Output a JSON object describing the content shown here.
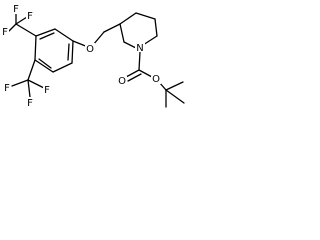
{
  "molecule": {
    "atoms": {
      "f1": "F",
      "f2": "F",
      "f3": "F",
      "f4": "F",
      "f5": "F",
      "f6": "F",
      "o_ether": "O",
      "n_ring": "N",
      "o_carbonyl": "O",
      "o_ester": "O"
    }
  },
  "colors": {
    "bond": "#000000",
    "atom_label": "#000000",
    "background": "#ffffff"
  }
}
